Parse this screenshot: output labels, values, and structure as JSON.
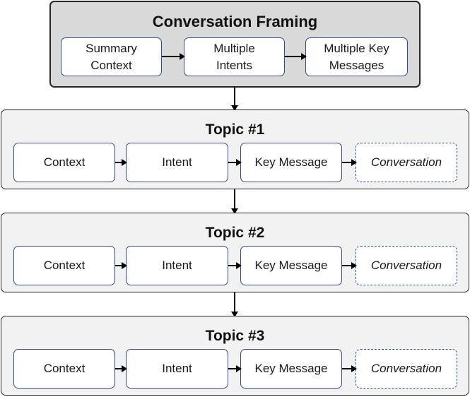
{
  "framing": {
    "title": "Conversation Framing",
    "steps": [
      "Summary\nContext",
      "Multiple\nIntents",
      "Multiple Key\nMessages"
    ]
  },
  "topics": [
    {
      "title": "Topic #1",
      "steps": [
        "Context",
        "Intent",
        "Key Message",
        "Conversation"
      ]
    },
    {
      "title": "Topic #2",
      "steps": [
        "Context",
        "Intent",
        "Key Message",
        "Conversation"
      ]
    },
    {
      "title": "Topic #3",
      "steps": [
        "Context",
        "Intent",
        "Key Message",
        "Conversation"
      ]
    }
  ],
  "colors": {
    "framing_fill": "#d9d9d9",
    "topic_fill": "#f2f2f2",
    "node_border": "#2f4d8a",
    "arrow": "#000000"
  }
}
